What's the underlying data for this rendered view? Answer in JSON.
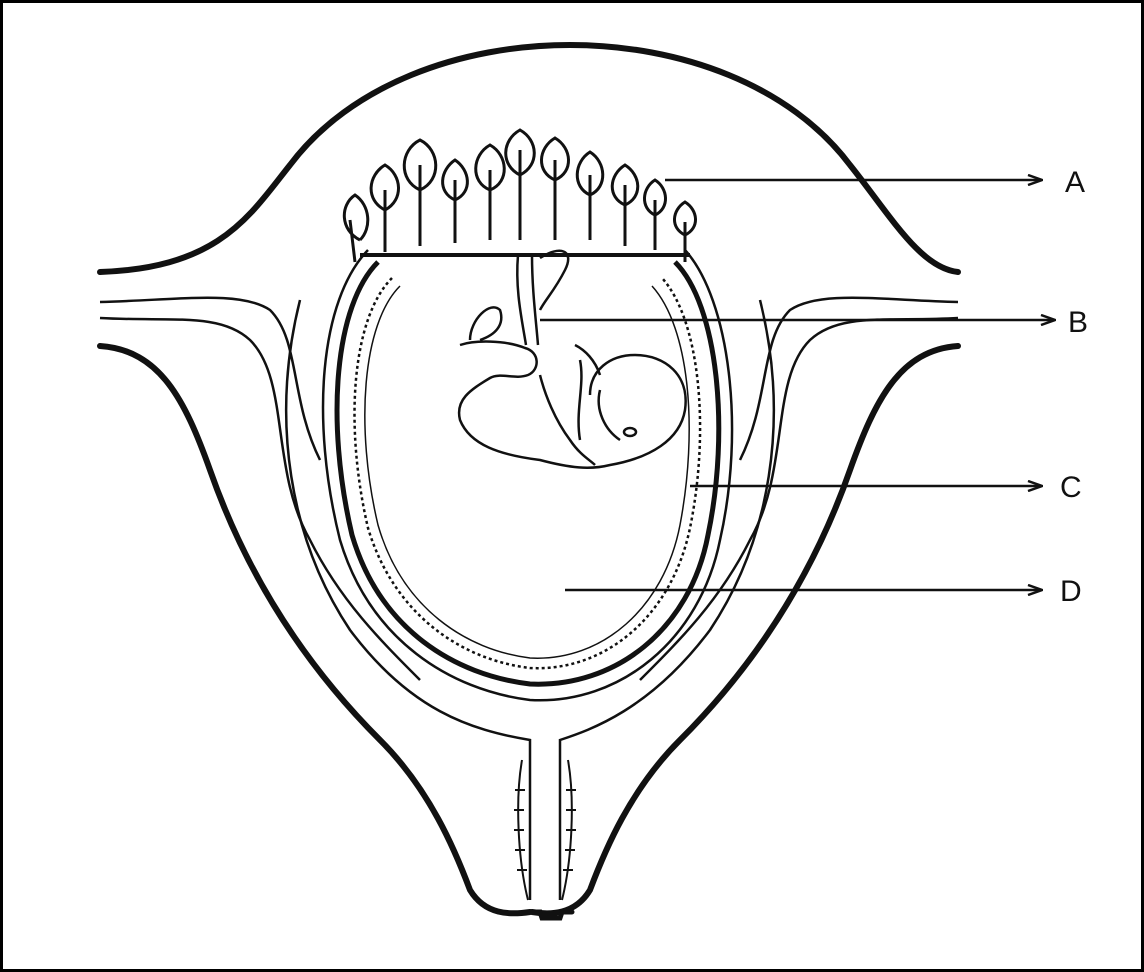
{
  "diagram": {
    "labels": [
      {
        "id": "A",
        "text": "A"
      },
      {
        "id": "B",
        "text": "B"
      },
      {
        "id": "C",
        "text": "C"
      },
      {
        "id": "D",
        "text": "D"
      }
    ],
    "colors": {
      "ink": "#111111",
      "background": "#ffffff"
    }
  }
}
